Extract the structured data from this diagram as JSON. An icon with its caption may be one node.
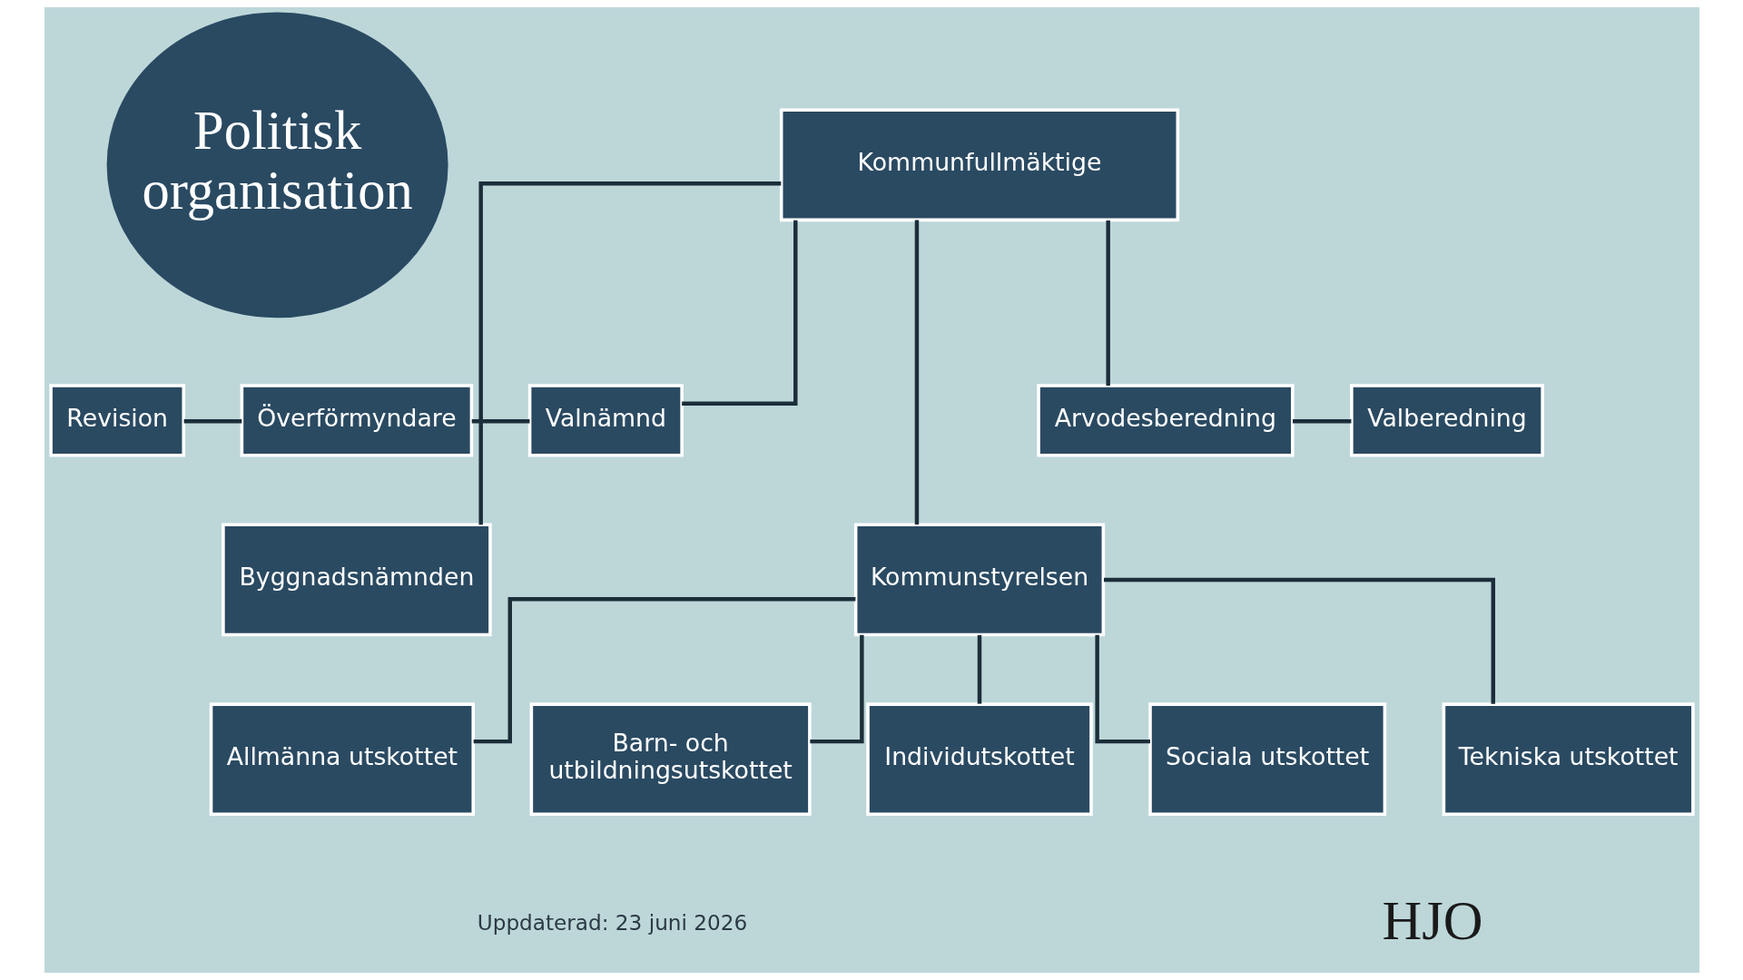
{
  "diagram": {
    "nodes": [
      {
        "text": [
          "Politisk organisation"
        ]
      },
      {
        "text": [
          "Kommunfullmäktige"
        ]
      },
      {
        "text": [
          "Revision"
        ]
      },
      {
        "text": [
          "Överförmyndare"
        ]
      },
      {
        "text": [
          "Valnämnd"
        ]
      },
      {
        "text": [
          "Arvodesberedning"
        ]
      },
      {
        "text": [
          "Valberedning"
        ]
      },
      {
        "text": [
          "Byggnadsnämnden"
        ]
      },
      {
        "text": [
          "Kommunstyrelsen"
        ]
      },
      {
        "text": [
          "Allmänna utskottet"
        ]
      },
      {
        "text": [
          "Barn- och utbildningsutskottet"
        ]
      },
      {
        "text": [
          "Individutskottet"
        ]
      },
      {
        "text": [
          "Sociala utskottet"
        ]
      },
      {
        "text": [
          "Tekniska utskottet"
        ]
      }
    ],
    "edges": [
      {
        "from": 1,
        "to": 7,
        "arrow": "none"
      },
      {
        "from": 1,
        "to": 4,
        "arrow": "none"
      },
      {
        "from": 1,
        "to": 5,
        "arrow": "none"
      },
      {
        "from": 2,
        "to": 3,
        "arrow": "none"
      },
      {
        "from": 3,
        "to": 4,
        "arrow": "none"
      },
      {
        "from": 5,
        "to": 6,
        "arrow": "none"
      },
      {
        "from": 1,
        "to": 8,
        "arrow": "none"
      },
      {
        "from": 8,
        "to": 9,
        "arrow": "none"
      },
      {
        "from": 8,
        "to": 10,
        "arrow": "none"
      },
      {
        "from": 8,
        "to": 11,
        "arrow": "none"
      },
      {
        "from": 8,
        "to": 12,
        "arrow": "none"
      },
      {
        "from": 8,
        "to": 13,
        "arrow": "none"
      }
    ],
    "labels": [
      "Uppdaterad: 23 juni 2026",
      "HJO"
    ]
  }
}
